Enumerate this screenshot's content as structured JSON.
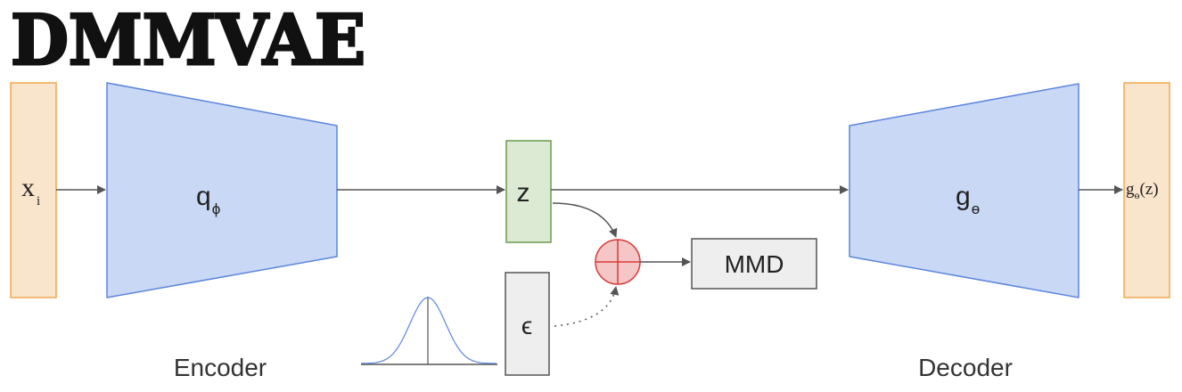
{
  "title": "DMMVAE",
  "input": {
    "main": "x",
    "sub": "i"
  },
  "encoder": {
    "main": "q",
    "sub": "ϕ",
    "caption": "Encoder"
  },
  "latent": {
    "label": "z"
  },
  "noise": {
    "label": "ϵ"
  },
  "mmd": {
    "label": "MMD"
  },
  "decoder": {
    "main": "g",
    "sub": "ɵ",
    "caption": "Decoder"
  },
  "output": {
    "main": "g",
    "sub": "ɵ",
    "arg": "(z)"
  },
  "colors": {
    "io_fill": "#f9e4cc",
    "io_stroke": "#f0a94e",
    "net_fill": "#c9d8f4",
    "net_stroke": "#5b86dd",
    "latent_fill": "#dcead3",
    "latent_stroke": "#6a9b4e",
    "noise_fill": "#eeeeee",
    "noise_stroke": "#555555",
    "plus_fill": "#f4c6c6",
    "plus_stroke": "#d83a3a",
    "arrow": "#555555",
    "title": "#111111"
  }
}
